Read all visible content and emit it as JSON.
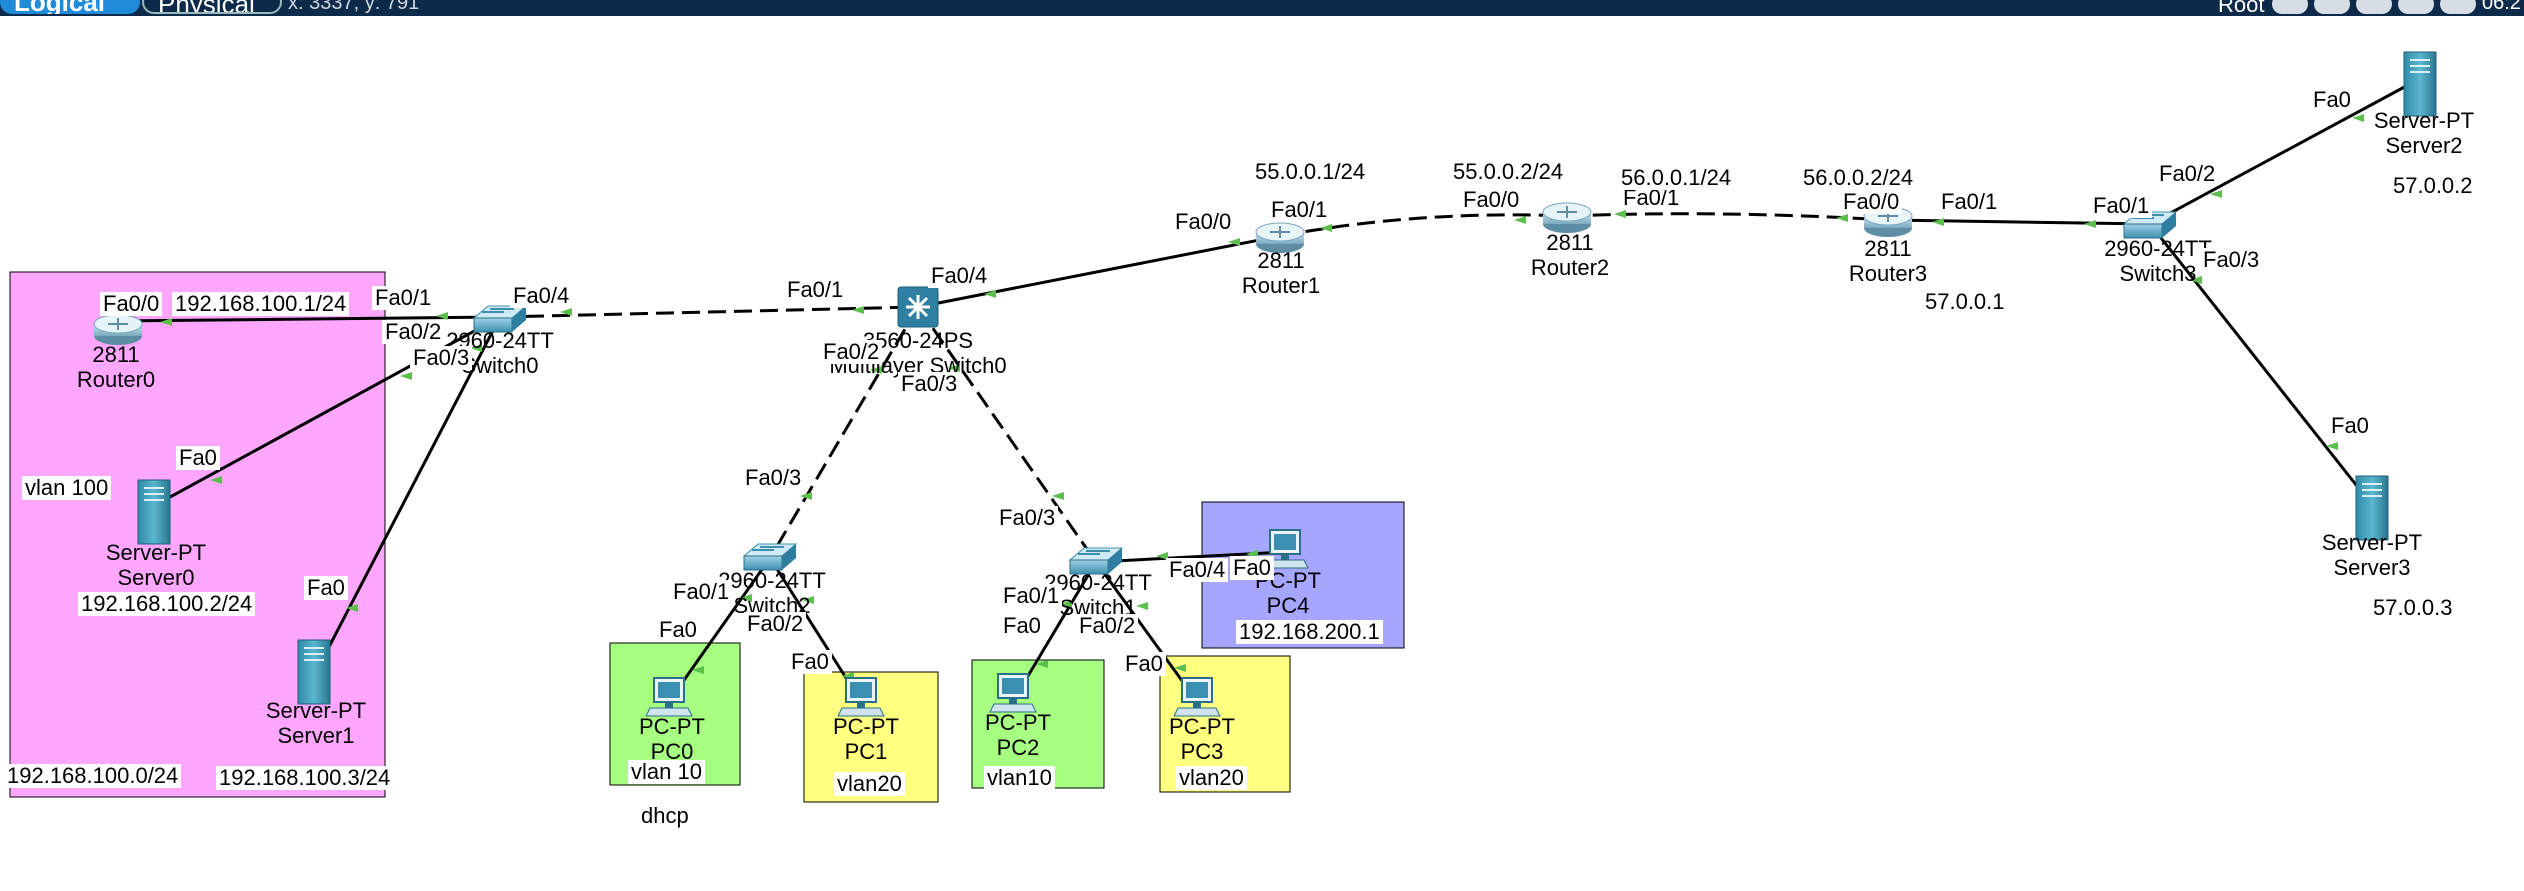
{
  "toolbar": {
    "logical_tab": "Logical",
    "physical_tab": "Physical",
    "coords": "x: 3337, y: 791",
    "root_label": "Root",
    "right_value": "06:2"
  },
  "colors": {
    "pink_area": "#ffa6ff",
    "green_area": "#a6ff80",
    "yellow_area": "#ffff80",
    "blue_area": "#a6a6ff",
    "link": "#000000",
    "port_dot": "#5cbf4d",
    "topbar": "#0e2a4a"
  },
  "devices": {
    "router0": {
      "model": "2811",
      "name": "Router0"
    },
    "router1": {
      "model": "2811",
      "name": "Router1"
    },
    "router2": {
      "model": "2811",
      "name": "Router2"
    },
    "router3": {
      "model": "2811",
      "name": "Router3"
    },
    "switch0": {
      "model": "2960-24TT",
      "name": "Switch0"
    },
    "switch1": {
      "model": "2960-24TT",
      "name": "Switch1"
    },
    "switch2": {
      "model": "2960-24TT",
      "name": "Switch2"
    },
    "switch3": {
      "model": "2960-24TT",
      "name": "Switch3"
    },
    "mlswitch0": {
      "model": "3560-24PS",
      "name": "Multilayer Switch0"
    },
    "server0": {
      "model": "Server-PT",
      "name": "Server0"
    },
    "server1": {
      "model": "Server-PT",
      "name": "Server1"
    },
    "server2": {
      "model": "Server-PT",
      "name": "Server2"
    },
    "server3": {
      "model": "Server-PT",
      "name": "Server3"
    },
    "pc0": {
      "model": "PC-PT",
      "name": "PC0"
    },
    "pc1": {
      "model": "PC-PT",
      "name": "PC1"
    },
    "pc2": {
      "model": "PC-PT",
      "name": "PC2"
    },
    "pc3": {
      "model": "PC-PT",
      "name": "PC3"
    },
    "pc4": {
      "model": "PC-PT",
      "name": "PC4"
    }
  },
  "ports": {
    "r0_fa00": "Fa0/0",
    "sw0_fa01": "Fa0/1",
    "sw0_fa02": "Fa0/2",
    "sw0_fa03": "Fa0/3",
    "sw0_fa04": "Fa0/4",
    "srv0_fa0": "Fa0",
    "srv1_fa0": "Fa0",
    "ml_fa01": "Fa0/1",
    "ml_fa02": "Fa0/2",
    "ml_fa03": "Fa0/3",
    "ml_fa04": "Fa0/4",
    "r1_fa00": "Fa0/0",
    "r1_fa01": "Fa0/1",
    "r2_fa00": "Fa0/0",
    "r2_fa01": "Fa0/1",
    "r3_fa00": "Fa0/0",
    "r3_fa01": "Fa0/1",
    "sw3_fa01": "Fa0/1",
    "sw3_fa02": "Fa0/2",
    "sw3_fa03": "Fa0/3",
    "srv2_fa0": "Fa0",
    "srv3_fa0": "Fa0",
    "sw2_fa03": "Fa0/3",
    "sw2_fa01": "Fa0/1",
    "sw2_fa02": "Fa0/2",
    "pc0_fa0": "Fa0",
    "pc1_fa0": "Fa0",
    "sw1_fa03": "Fa0/3",
    "sw1_fa01": "Fa0/1",
    "sw1_fa02": "Fa0/2",
    "sw1_fa04": "Fa0/4",
    "pc2_fa0": "Fa0",
    "pc3_fa0": "Fa0",
    "pc4_fa0": "Fa0"
  },
  "notes": {
    "r0_ip": "192.168.100.1/24",
    "vlan100": "vlan 100",
    "srv0_ip": "192.168.100.2/24",
    "net_100": "192.168.100.0/24",
    "srv1_ip": "192.168.100.3/24",
    "r1_ip": "55.0.0.1/24",
    "r2_ip_a": "55.0.0.2/24",
    "r2_ip_b": "56.0.0.1/24",
    "r3_ip": "56.0.0.2/24",
    "r3_gw": "57.0.0.1",
    "srv2_ip": "57.0.0.2",
    "srv3_ip": "57.0.0.3",
    "pc0_vlan": "vlan 10",
    "pc1_vlan": "vlan20",
    "pc2_vlan": "vlan10",
    "pc3_vlan": "vlan20",
    "pc4_ip": "192.168.200.1",
    "dhcp": "dhcp"
  }
}
